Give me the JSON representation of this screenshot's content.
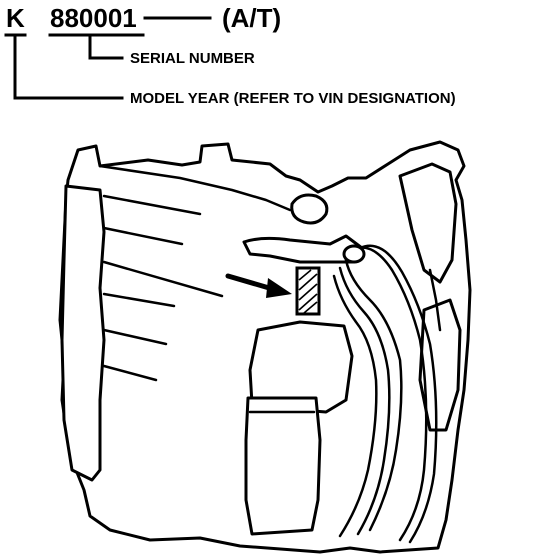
{
  "code": {
    "year_letter": "K",
    "serial": "880001",
    "type": "(A/T)"
  },
  "labels": {
    "serial": "SERIAL NUMBER",
    "model_year": "MODEL YEAR (REFER TO VIN DESIGNATION)"
  }
}
